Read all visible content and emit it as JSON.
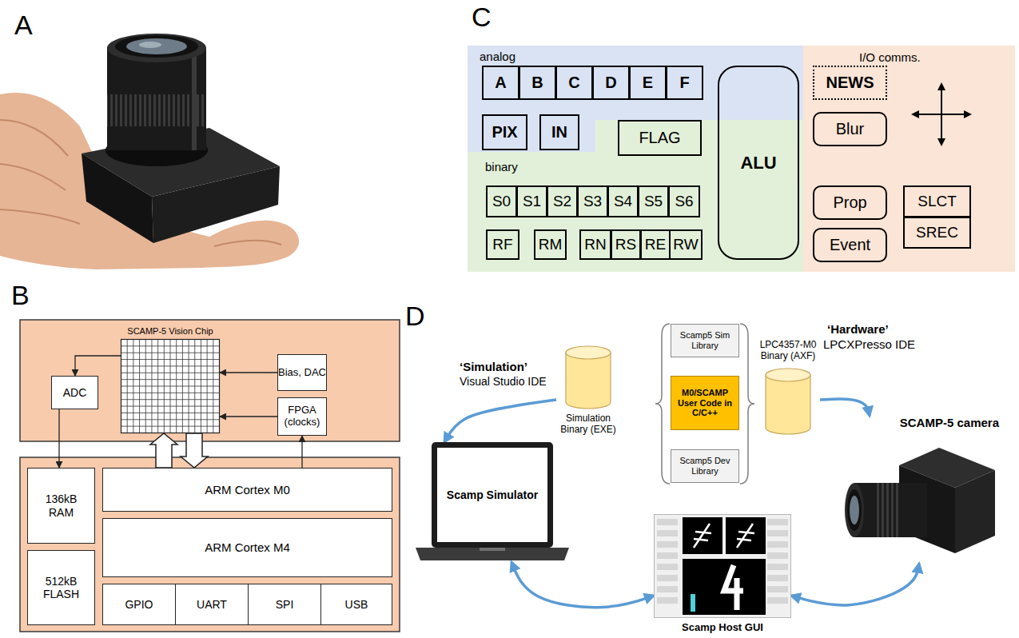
{
  "diagram": {
    "nodes": [
      {
        "text": [
          "SCAMP-5 Vision Chip"
        ]
      },
      {
        "text": [
          "Bias, DAC"
        ]
      },
      {
        "text": [
          "FPGA (clocks)"
        ]
      },
      {
        "text": [
          "ADC"
        ]
      },
      {
        "text": [
          "136kB RAM"
        ]
      },
      {
        "text": [
          "ARM Cortex M0"
        ]
      },
      {
        "text": [
          "ARM Cortex M4"
        ]
      },
      {
        "text": [
          "512kB FLASH"
        ]
      },
      {
        "text": [
          "GPIO"
        ]
      },
      {
        "text": [
          "UART"
        ]
      },
      {
        "text": [
          "SPI"
        ]
      },
      {
        "text": [
          "USB"
        ]
      },
      {
        "text": [
          "analog"
        ]
      },
      {
        "text": [
          "A"
        ],
        "in": 12
      },
      {
        "text": [
          "B"
        ],
        "in": 12
      },
      {
        "text": [
          "C"
        ],
        "in": 12
      },
      {
        "text": [
          "D"
        ],
        "in": 12
      },
      {
        "text": [
          "E"
        ],
        "in": 12
      },
      {
        "text": [
          "F"
        ],
        "in": 12
      },
      {
        "text": [
          "PIX"
        ],
        "in": 12
      },
      {
        "text": [
          "IN"
        ],
        "in": 12
      },
      {
        "text": [
          "binary"
        ]
      },
      {
        "text": [
          "FLAG"
        ],
        "in": 21
      },
      {
        "text": [
          "S0"
        ],
        "in": 21
      },
      {
        "text": [
          "S1"
        ],
        "in": 21
      },
      {
        "text": [
          "S2"
        ],
        "in": 21
      },
      {
        "text": [
          "S3"
        ],
        "in": 21
      },
      {
        "text": [
          "S4"
        ],
        "in": 21
      },
      {
        "text": [
          "S5"
        ],
        "in": 21
      },
      {
        "text": [
          "S6"
        ],
        "in": 21
      },
      {
        "text": [
          "RF"
        ],
        "in": 21
      },
      {
        "text": [
          "RM"
        ],
        "in": 21
      },
      {
        "text": [
          "RN"
        ],
        "in": 21
      },
      {
        "text": [
          "RS"
        ],
        "in": 21
      },
      {
        "text": [
          "RE"
        ],
        "in": 21
      },
      {
        "text": [
          "RW"
        ],
        "in": 21
      },
      {
        "text": [
          "ALU"
        ]
      },
      {
        "text": [
          "I/O comms."
        ]
      },
      {
        "text": [
          "NEWS"
        ],
        "in": 37
      },
      {
        "text": [
          "Blur"
        ],
        "in": 37
      },
      {
        "text": [
          "Prop"
        ],
        "in": 37
      },
      {
        "text": [
          "Event"
        ],
        "in": 37
      },
      {
        "text": [
          "SLCT"
        ],
        "in": 37
      },
      {
        "text": [
          "SREC"
        ],
        "in": 37
      },
      {
        "text": [
          "Simulation Binary (EXE)"
        ]
      },
      {
        "text": [
          "Scamp5 Sim Library"
        ]
      },
      {
        "text": [
          "M0/SCAMP User Code in C/C++"
        ]
      },
      {
        "text": [
          "Scamp5 Dev Library"
        ]
      },
      {
        "text": [
          "LPC4357-M0 Binary (AXF)"
        ]
      },
      {
        "text": [
          "Scamp Simulator"
        ]
      },
      {
        "text": [
          "Scamp Host GUI"
        ]
      },
      {
        "text": [
          "SCAMP-5 camera"
        ]
      }
    ],
    "edges": [
      {
        "from": 0,
        "to": 3,
        "arrow": "to"
      },
      {
        "from": 3,
        "to": 4,
        "arrow": "to"
      },
      {
        "from": 1,
        "to": 0,
        "arrow": "to"
      },
      {
        "from": 2,
        "to": 0,
        "arrow": "to"
      },
      {
        "from": 5,
        "to": 2,
        "arrow": "to"
      },
      {
        "from": 5,
        "to": 0,
        "arrow": "to"
      },
      {
        "from": 0,
        "to": 5,
        "arrow": "to"
      },
      {
        "from": 44,
        "to": 49,
        "arrow": "to"
      },
      {
        "from": 48,
        "to": 51,
        "arrow": "to"
      },
      {
        "from": 49,
        "to": 50,
        "arrow": "both"
      },
      {
        "from": 50,
        "to": 51,
        "arrow": "both"
      }
    ],
    "labels": [
      "A",
      "B",
      "C",
      "D",
      "‘Simulation’",
      "Visual Studio IDE",
      "‘Hardware’",
      "LPCXPresso IDE"
    ]
  }
}
